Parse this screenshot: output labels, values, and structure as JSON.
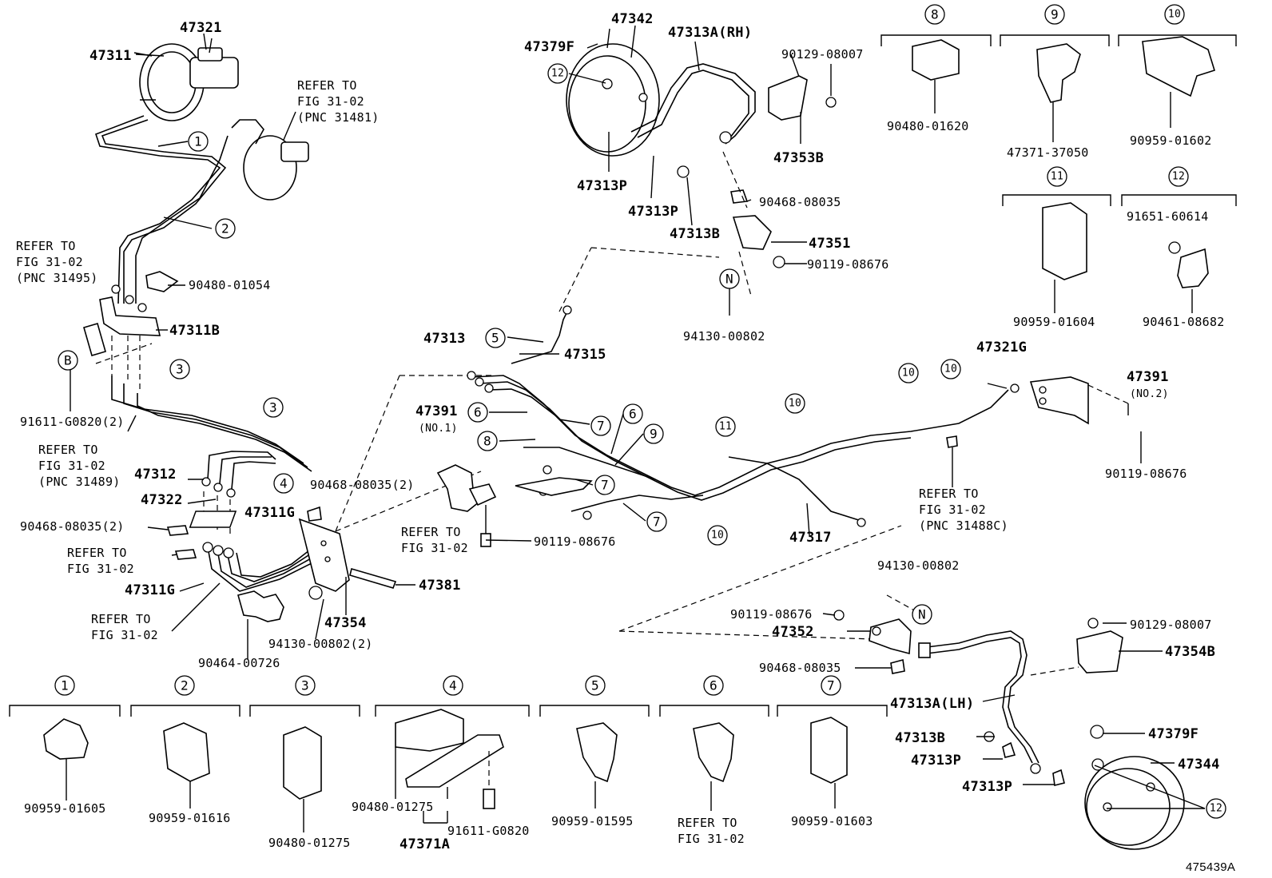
{
  "figure_id": "475439A",
  "part_labels": [
    {
      "text": "47321",
      "cls": "pn"
    },
    {
      "text": "47311",
      "cls": "pn"
    },
    {
      "text": "47342",
      "cls": "pn"
    },
    {
      "text": "47313A(RH)",
      "cls": "pn"
    },
    {
      "text": "47379F",
      "cls": "pn"
    },
    {
      "text": "90129-08007",
      "cls": "ref"
    },
    {
      "text": "47353B",
      "cls": "pn"
    },
    {
      "text": "47313P",
      "cls": "pn"
    },
    {
      "text": "47313P",
      "cls": "pn"
    },
    {
      "text": "47313B",
      "cls": "pn"
    },
    {
      "text": "90468-08035",
      "cls": "ref"
    },
    {
      "text": "47351",
      "cls": "pn"
    },
    {
      "text": "90119-08676",
      "cls": "ref"
    },
    {
      "text": "94130-00802",
      "cls": "ref"
    },
    {
      "text": "90480-01054",
      "cls": "ref"
    },
    {
      "text": "47311B",
      "cls": "pn"
    },
    {
      "text": "91611-G0820(2)",
      "cls": "ref"
    },
    {
      "text": "47313",
      "cls": "pn"
    },
    {
      "text": "47315",
      "cls": "pn"
    },
    {
      "text": "47391",
      "cls": "pn"
    },
    {
      "text": "(NO.1)",
      "cls": "small"
    },
    {
      "text": "47321G",
      "cls": "pn"
    },
    {
      "text": "47391",
      "cls": "pn"
    },
    {
      "text": "(NO.2)",
      "cls": "small"
    },
    {
      "text": "90119-08676",
      "cls": "ref"
    },
    {
      "text": "47312",
      "cls": "pn"
    },
    {
      "text": "47322",
      "cls": "pn"
    },
    {
      "text": "47311G",
      "cls": "pn"
    },
    {
      "text": "90468-08035(2)",
      "cls": "ref"
    },
    {
      "text": "90468-08035(2)",
      "cls": "ref"
    },
    {
      "text": "47311G",
      "cls": "pn"
    },
    {
      "text": "90119-08676",
      "cls": "ref"
    },
    {
      "text": "47381",
      "cls": "pn"
    },
    {
      "text": "47354",
      "cls": "pn"
    },
    {
      "text": "94130-00802(2)",
      "cls": "ref"
    },
    {
      "text": "90464-00726",
      "cls": "ref"
    },
    {
      "text": "47317",
      "cls": "pn"
    },
    {
      "text": "94130-00802",
      "cls": "ref"
    },
    {
      "text": "90119-08676",
      "cls": "ref"
    },
    {
      "text": "47352",
      "cls": "pn"
    },
    {
      "text": "90129-08007",
      "cls": "ref"
    },
    {
      "text": "47354B",
      "cls": "pn"
    },
    {
      "text": "90468-08035",
      "cls": "ref"
    },
    {
      "text": "47313A(LH)",
      "cls": "pn"
    },
    {
      "text": "47313B",
      "cls": "pn"
    },
    {
      "text": "47313P",
      "cls": "pn"
    },
    {
      "text": "47379F",
      "cls": "pn"
    },
    {
      "text": "47313P",
      "cls": "pn"
    },
    {
      "text": "47344",
      "cls": "pn"
    },
    {
      "text": "90480-01620",
      "cls": "ref"
    },
    {
      "text": "47371-37050",
      "cls": "ref"
    },
    {
      "text": "90959-01602",
      "cls": "ref"
    },
    {
      "text": "90959-01604",
      "cls": "ref"
    },
    {
      "text": "91651-60614",
      "cls": "ref"
    },
    {
      "text": "90461-08682",
      "cls": "ref"
    },
    {
      "text": "90959-01605",
      "cls": "ref"
    },
    {
      "text": "90959-01616",
      "cls": "ref"
    },
    {
      "text": "90480-01275",
      "cls": "ref"
    },
    {
      "text": "90480-01275",
      "cls": "ref"
    },
    {
      "text": "47371A",
      "cls": "pn"
    },
    {
      "text": "91611-G0820",
      "cls": "ref"
    },
    {
      "text": "90959-01595",
      "cls": "ref"
    },
    {
      "text": "90959-01603",
      "cls": "ref"
    }
  ],
  "refer_notes": [
    {
      "lines": [
        "REFER TO",
        "FIG 31-02",
        "(PNC 31481)"
      ]
    },
    {
      "lines": [
        "REFER TO",
        "FIG 31-02",
        "(PNC 31495)"
      ]
    },
    {
      "lines": [
        "REFER TO",
        "FIG 31-02",
        "(PNC 31489)"
      ]
    },
    {
      "lines": [
        "REFER TO",
        "FIG 31-02"
      ]
    },
    {
      "lines": [
        "REFER TO",
        "FIG 31-02"
      ]
    },
    {
      "lines": [
        "REFER TO",
        "FIG 31-02"
      ]
    },
    {
      "lines": [
        "REFER TO",
        "FIG 31-02",
        "(PNC 31488C)"
      ]
    },
    {
      "lines": [
        "REFER TO",
        "FIG 31-02"
      ]
    }
  ],
  "callouts": [
    {
      "text": "1"
    },
    {
      "text": "2"
    },
    {
      "text": "3"
    },
    {
      "text": "3"
    },
    {
      "text": "4"
    },
    {
      "text": "5"
    },
    {
      "text": "6"
    },
    {
      "text": "7"
    },
    {
      "text": "6"
    },
    {
      "text": "9"
    },
    {
      "text": "8"
    },
    {
      "text": "7"
    },
    {
      "text": "7"
    },
    {
      "text": "11"
    },
    {
      "text": "10"
    },
    {
      "text": "10"
    },
    {
      "text": "10"
    },
    {
      "text": "10"
    },
    {
      "text": "12"
    },
    {
      "text": "12"
    },
    {
      "text": "B"
    },
    {
      "text": "N"
    },
    {
      "text": "N"
    },
    {
      "text": "8"
    },
    {
      "text": "9"
    },
    {
      "text": "10"
    },
    {
      "text": "11"
    },
    {
      "text": "12"
    },
    {
      "text": "1"
    },
    {
      "text": "2"
    },
    {
      "text": "3"
    },
    {
      "text": "4"
    },
    {
      "text": "5"
    },
    {
      "text": "6"
    },
    {
      "text": "7"
    }
  ]
}
